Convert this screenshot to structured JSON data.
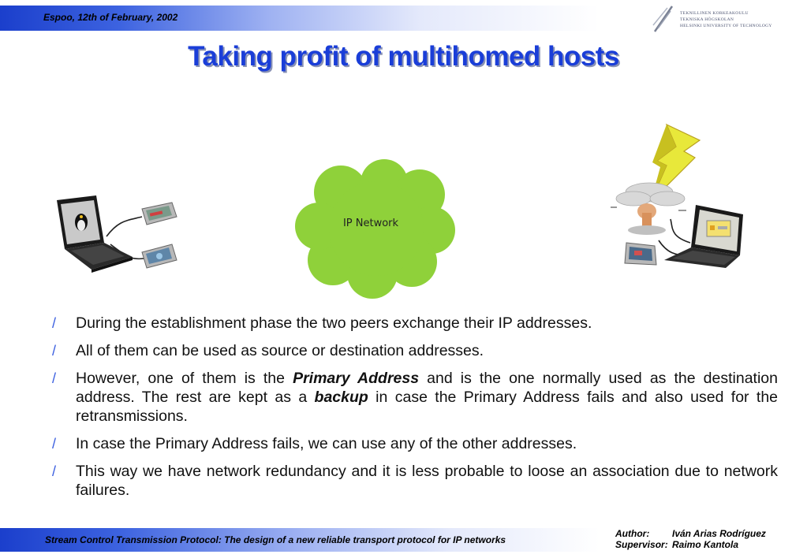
{
  "header": {
    "date": "Espoo, 12th of February, 2002",
    "logo_lines": [
      "TEKNILLINEN KORKEAKOULU",
      "TEKNISKA HÖGSKOLAN",
      "HELSINKI UNIVERSITY OF TECHNOLOGY"
    ]
  },
  "title": "Taking profit of multihomed hosts",
  "diagram": {
    "cloud_label": "IP Network"
  },
  "bullets": {
    "marker": "/",
    "b1": "During the establishment phase the two peers exchange their IP addresses.",
    "b2": "All of them can be used as source or destination addresses.",
    "b3_pre": "However, one of them is the ",
    "b3_em1": "Primary Address",
    "b3_mid": " and is the one normally used as the destination address. The rest are kept as a ",
    "b3_em2": "backup",
    "b3_post": " in case the Primary Address fails and also used for the retransmissions.",
    "b4": "In case the Primary Address fails, we can use any of the other addresses.",
    "b5": "This way we have network redundancy and it is less probable to loose an association due to network failures."
  },
  "footer": {
    "title": "Stream Control Transmission Protocol: The design of a new reliable transport protocol for IP networks",
    "author_label": "Author:",
    "author_name": "Iván Arias Rodríguez",
    "supervisor_label": "Supervisor:",
    "supervisor_name": "Raimo Kantola"
  },
  "colors": {
    "accent": "#1a3ed8",
    "cloud": "#8fd13a",
    "bolt": "#e8e83a"
  }
}
